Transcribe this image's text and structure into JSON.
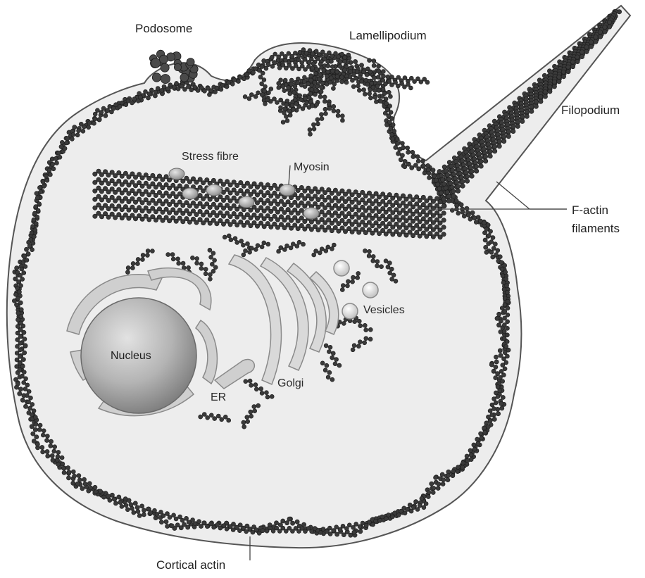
{
  "labels": {
    "podosome": "Podosome",
    "lamellipodium": "Lamellipodium",
    "filopodium": "Filopodium",
    "stress_fibre": "Stress fibre",
    "myosin": "Myosin",
    "f_actin_line1": "F-actin",
    "f_actin_line2": "filaments",
    "vesicles": "Vesicles",
    "nucleus": "Nucleus",
    "er": "ER",
    "golgi": "Golgi",
    "cortical_actin": "Cortical actin"
  },
  "colors": {
    "cell_fill": "#ededed",
    "cell_outline": "#555555",
    "actin_bead": "#3a3a3a",
    "organelle_fill": "#c9c9c9",
    "nucleus_fill": "#9a9a9a",
    "myosin": "#b0b0b0",
    "leader_line": "#444444"
  }
}
